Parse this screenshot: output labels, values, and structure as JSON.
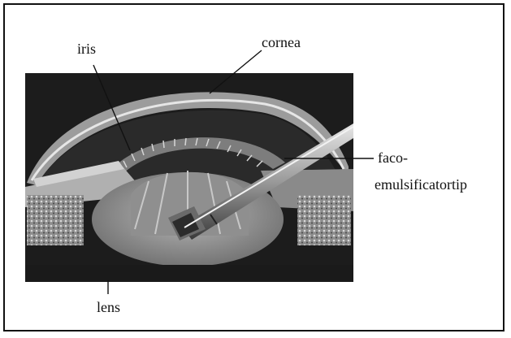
{
  "labels": {
    "iris": "iris",
    "cornea": "cornea",
    "faco_line1": "faco-",
    "faco_line2": "emulsificatortip",
    "lens": "lens"
  }
}
